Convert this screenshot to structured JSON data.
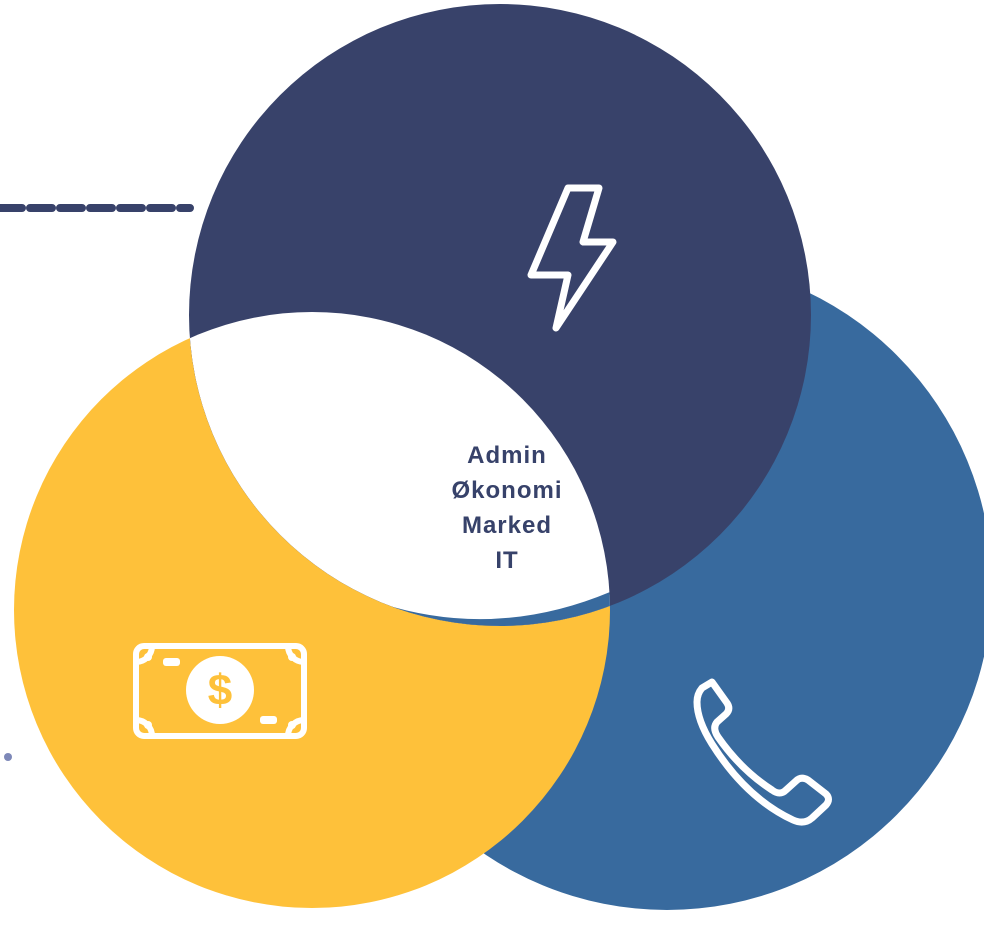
{
  "colors": {
    "top_circle": "#38426a",
    "left_circle": "#fec13a",
    "right_circle": "#386a9e",
    "intersection": "#ffffff",
    "text": "#37426a",
    "connector": "#38426a",
    "dot": "#7d88b8"
  },
  "circles": [
    {
      "id": "top",
      "color_key": "top_circle",
      "icon": "lightning-bolt-icon"
    },
    {
      "id": "left",
      "color_key": "left_circle",
      "icon": "dollar-bill-icon"
    },
    {
      "id": "right",
      "color_key": "right_circle",
      "icon": "phone-icon"
    }
  ],
  "center": {
    "lines": [
      "Admin",
      "Økonomi",
      "Marked",
      "IT"
    ]
  }
}
